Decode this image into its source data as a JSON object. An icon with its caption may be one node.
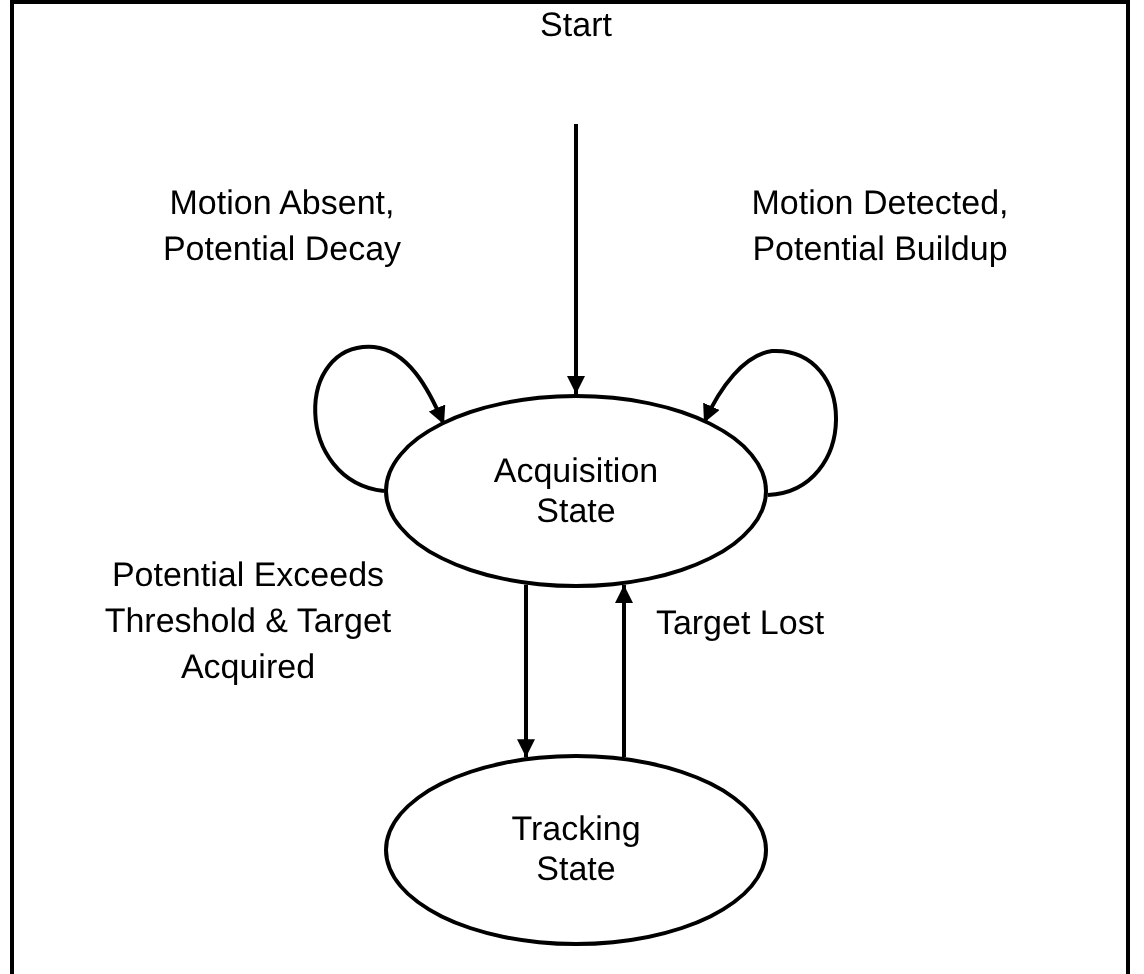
{
  "diagram": {
    "nodes": [
      {
        "text": [
          "Start"
        ]
      },
      {
        "text": [
          "Acquisition State"
        ]
      },
      {
        "text": [
          "Tracking State"
        ]
      }
    ],
    "edges": [
      {
        "from": 0,
        "to": 1,
        "arrow": "to"
      },
      {
        "from": 1,
        "to": 1,
        "arrow": "to",
        "label": "Motion Absent, Potential Decay"
      },
      {
        "from": 1,
        "to": 1,
        "arrow": "to",
        "label": "Motion Detected, Potential Buildup"
      },
      {
        "from": 1,
        "to": 2,
        "arrow": "to",
        "label": "Potential Exceeds Threshold & Target Acquired"
      },
      {
        "from": 2,
        "to": 1,
        "arrow": "to",
        "label": "Target Lost"
      }
    ]
  }
}
